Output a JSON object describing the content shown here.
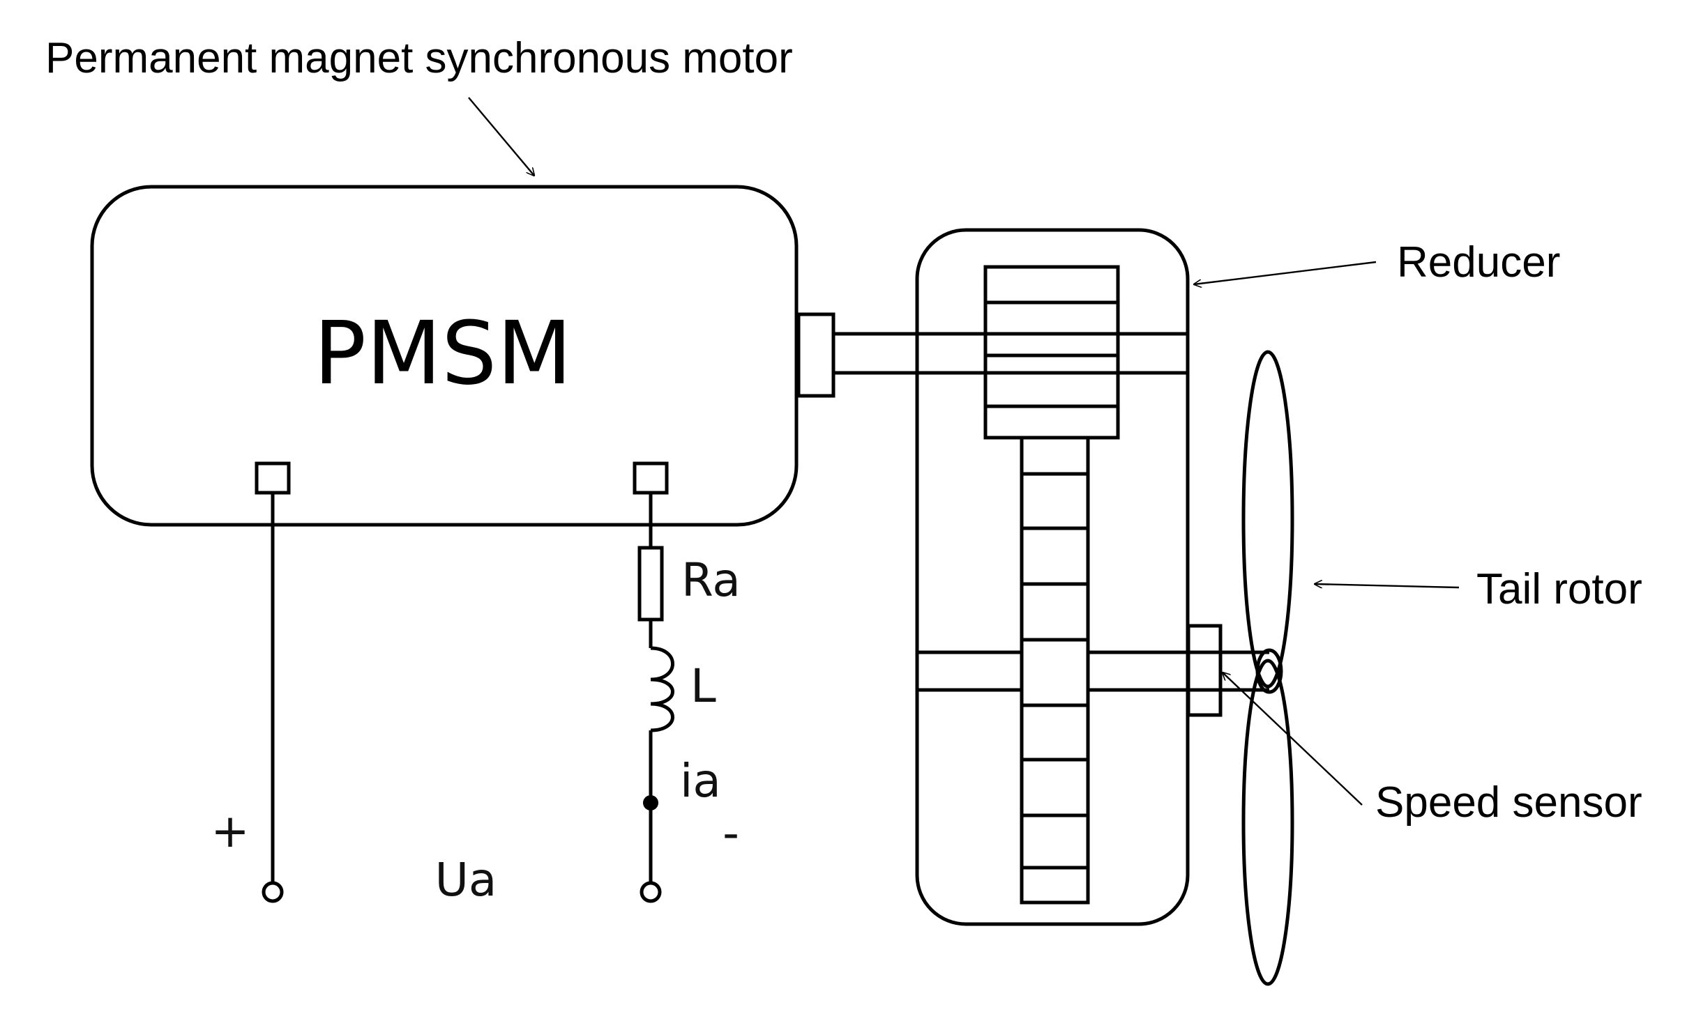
{
  "labels": {
    "motor_callout": "Permanent magnet synchronous motor",
    "motor": "PMSM",
    "reducer": "Reducer",
    "tail_rotor": "Tail rotor",
    "speed_sensor": "Speed sensor",
    "resistance": "Ra",
    "inductance": "L",
    "current": "ia",
    "voltage": "Ua",
    "plus": "+",
    "minus": "-"
  }
}
